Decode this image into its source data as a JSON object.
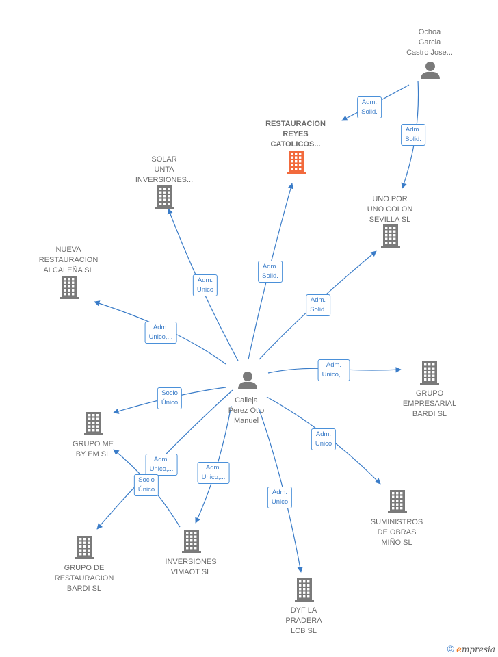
{
  "colors": {
    "edge": "#3a7cc8",
    "node": "#7a7a7a",
    "highlight": "#f26a3d",
    "text": "#6b6b6b"
  },
  "nodes": [
    {
      "id": "ochoa",
      "type": "person",
      "lines": [
        "Ochoa",
        "Garcia",
        "Castro Jose..."
      ]
    },
    {
      "id": "restauracion_reyes",
      "type": "company",
      "highlight": true,
      "lines": [
        "RESTAURACION",
        "REYES",
        "CATOLICOS..."
      ]
    },
    {
      "id": "solar",
      "type": "company",
      "lines": [
        "SOLAR",
        "UNTA",
        "INVERSIONES..."
      ]
    },
    {
      "id": "uno_por_uno",
      "type": "company",
      "lines": [
        "UNO POR",
        "UNO COLON",
        "SEVILLA  SL"
      ]
    },
    {
      "id": "nueva",
      "type": "company",
      "lines": [
        "NUEVA",
        "RESTAURACION",
        "ALCALEÑA  SL"
      ]
    },
    {
      "id": "calleja",
      "type": "person",
      "lines": [
        "Calleja",
        "Perez Otto",
        "Manuel"
      ]
    },
    {
      "id": "grupo_empresarial",
      "type": "company",
      "lines": [
        "GRUPO",
        "EMPRESARIAL",
        "BARDI  SL"
      ]
    },
    {
      "id": "grupo_me",
      "type": "company",
      "lines": [
        "GRUPO ME",
        "BY EM  SL"
      ]
    },
    {
      "id": "suministros",
      "type": "company",
      "lines": [
        "SUMINISTROS",
        "DE OBRAS",
        "MIÑO SL"
      ]
    },
    {
      "id": "grupo_rest",
      "type": "company",
      "lines": [
        "GRUPO DE",
        "RESTAURACION",
        "BARDI  SL"
      ]
    },
    {
      "id": "inversiones_vimaot",
      "type": "company",
      "lines": [
        "INVERSIONES",
        "VIMAOT  SL"
      ]
    },
    {
      "id": "dyf",
      "type": "company",
      "lines": [
        "DYF LA",
        "PRADERA",
        "LCB  SL"
      ]
    }
  ],
  "edges": [
    {
      "from": "ochoa",
      "to": "restauracion_reyes",
      "lines": [
        "Adm.",
        "Solid."
      ]
    },
    {
      "from": "ochoa",
      "to": "uno_por_uno",
      "lines": [
        "Adm.",
        "Solid."
      ]
    },
    {
      "from": "calleja",
      "to": "solar",
      "lines": [
        "Adm.",
        "Unico"
      ]
    },
    {
      "from": "calleja",
      "to": "restauracion_reyes",
      "lines": [
        "Adm.",
        "Solid."
      ]
    },
    {
      "from": "calleja",
      "to": "uno_por_uno",
      "lines": [
        "Adm.",
        "Solid."
      ]
    },
    {
      "from": "calleja",
      "to": "nueva",
      "lines": [
        "Adm.",
        "Unico,..."
      ]
    },
    {
      "from": "calleja",
      "to": "grupo_empresarial",
      "lines": [
        "Adm.",
        "Unico,..."
      ]
    },
    {
      "from": "calleja",
      "to": "grupo_me",
      "lines": [
        "Socio",
        "Único"
      ]
    },
    {
      "from": "calleja",
      "to": "suministros",
      "lines": [
        "Adm.",
        "Unico"
      ]
    },
    {
      "from": "calleja",
      "to": "grupo_rest",
      "lines": [
        "Adm.",
        "Unico,..."
      ]
    },
    {
      "from": "calleja",
      "to": "inversiones_vimaot",
      "lines": [
        "Adm.",
        "Unico,..."
      ]
    },
    {
      "from": "calleja",
      "to": "dyf",
      "lines": [
        "Adm.",
        "Unico"
      ]
    },
    {
      "from": "inversiones_vimaot",
      "to": "grupo_me",
      "lines": [
        "Socio",
        "Único"
      ]
    }
  ],
  "footer": {
    "copyright": "©",
    "brand_initial": "e",
    "brand_rest": "mpresia"
  }
}
